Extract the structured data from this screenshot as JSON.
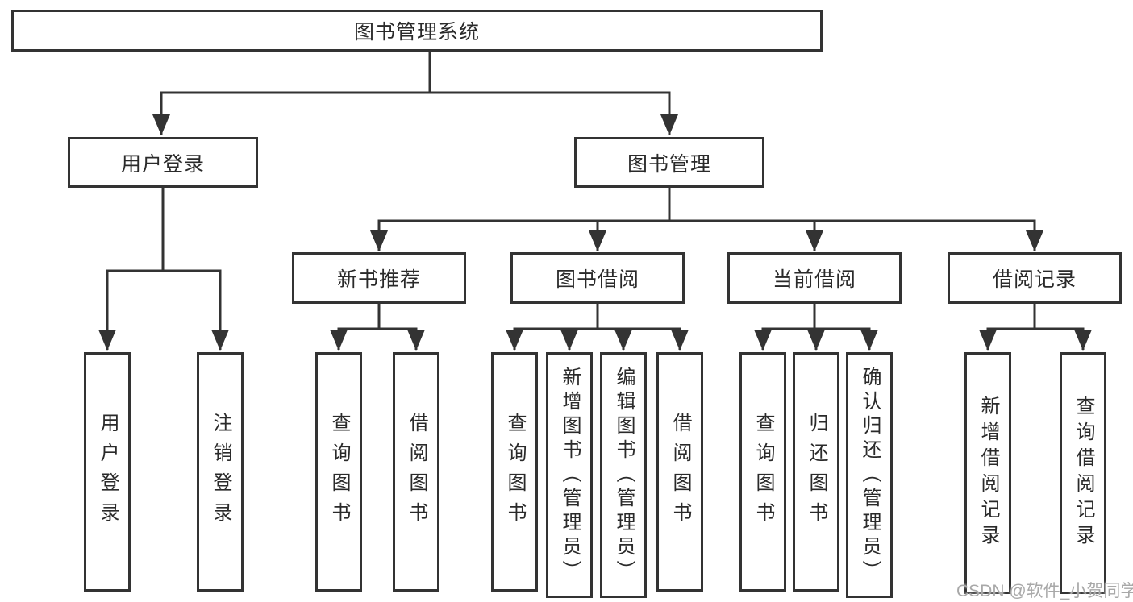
{
  "diagram": {
    "root": {
      "label": "图书管理系统"
    },
    "level2": [
      {
        "label": "用户登录",
        "children": [
          {
            "label": "用户登录"
          },
          {
            "label": "注销登录"
          }
        ]
      },
      {
        "label": "图书管理"
      }
    ],
    "level3": [
      {
        "label": "新书推荐",
        "children": [
          {
            "label": "查询图书"
          },
          {
            "label": "借阅图书"
          }
        ]
      },
      {
        "label": "图书借阅",
        "children": [
          {
            "label": "查询图书"
          },
          {
            "label": "新增图书（管理员）"
          },
          {
            "label": "编辑图书（管理员）"
          },
          {
            "label": "借阅图书"
          }
        ]
      },
      {
        "label": "当前借阅",
        "children": [
          {
            "label": "查询图书"
          },
          {
            "label": "归还图书"
          },
          {
            "label": "确认归还（管理员）"
          }
        ]
      },
      {
        "label": "借阅记录",
        "children": [
          {
            "label": "新增借阅记录"
          },
          {
            "label": "查询借阅记录"
          }
        ]
      }
    ]
  },
  "watermark": {
    "text": "CSDN @软件_小贺同学"
  },
  "colors": {
    "line": "#333333",
    "text": "#2a2a2a",
    "watermark": "#a8a8a8",
    "background": "#ffffff"
  }
}
